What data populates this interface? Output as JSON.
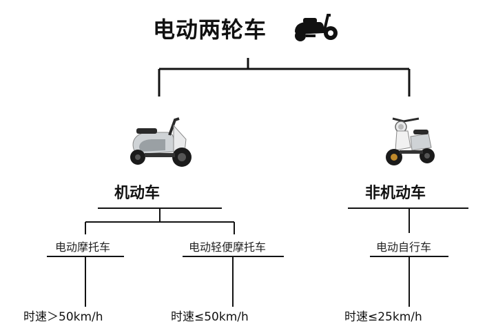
{
  "diagram": {
    "title": "电动两轮车",
    "categories": [
      {
        "label": "机动车",
        "subtypes": [
          {
            "label": "电动摩托车",
            "speed": "时速＞50km/h"
          },
          {
            "label": "电动轻便摩托车",
            "speed": "时速≤50km/h"
          }
        ]
      },
      {
        "label": "非机动车",
        "subtypes": [
          {
            "label": "电动自行车",
            "speed": "时速≤25km/h"
          }
        ]
      }
    ]
  },
  "icons": {
    "title_icon": "scooter-icon",
    "left_image": "electric-motorcycle-image",
    "right_image": "electric-bicycle-image"
  },
  "colors": {
    "line": "#111111",
    "text": "#111111"
  }
}
